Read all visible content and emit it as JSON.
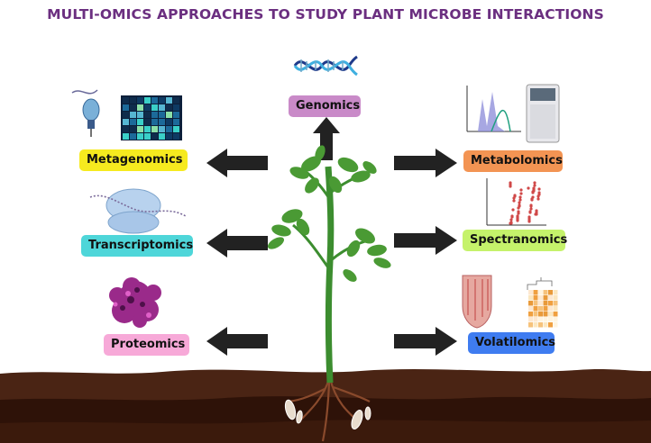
{
  "title": "MULTI-OMICS APPROACHES TO STUDY PLANT MICROBE INTERACTIONS",
  "labels": {
    "genomics": "Genomics",
    "metagenomics": "Metagenomics",
    "transcriptomics": "Transcriptomics",
    "proteomics": "Proteomics",
    "metabolomics": "Metabolomics",
    "spectranomics": "Spectranomics",
    "volatilomics": "Volatilomics"
  },
  "colors": {
    "title": "#6b2f80",
    "genomics": "#c98ac8",
    "metagenomics": "#f6ea1f",
    "transcriptomics": "#4ed6d9",
    "proteomics": "#f7a9d8",
    "metabolomics": "#f39453",
    "spectranomics": "#c5f26b",
    "volatilomics": "#3f7cf0",
    "soil_top": "#4a2414",
    "soil_bottom": "#2e1208",
    "arrow": "#222222",
    "stem": "#3c8d2f"
  },
  "icons": {
    "genomics": "dna-helix-icon",
    "metagenomics": "microbe-heatmap-icon",
    "transcriptomics": "ribosome-icon",
    "proteomics": "protein-structure-icon",
    "metabolomics": "mass-spectrometer-icon",
    "spectranomics": "scatter-plot-icon",
    "volatilomics": "heatmap-icon"
  }
}
